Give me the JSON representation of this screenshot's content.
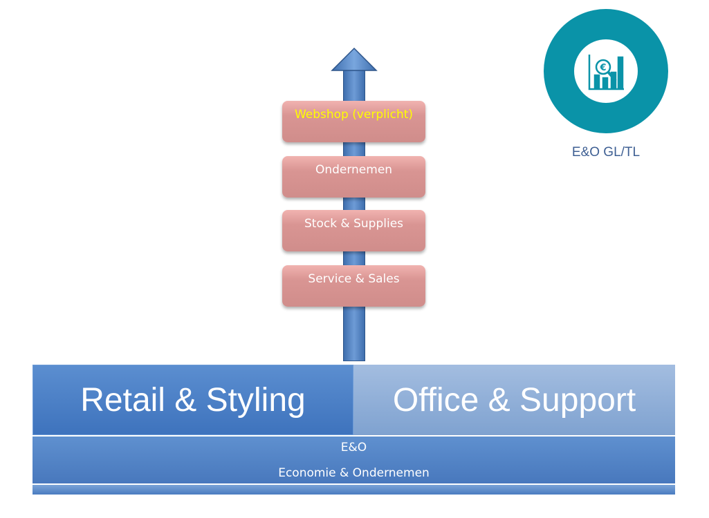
{
  "steps": [
    "Webshop (verplicht)",
    "Ondernemen",
    "Stock & Supplies",
    "Service & Sales"
  ],
  "pillars": {
    "left": "Retail & Styling",
    "right": "Office & Support"
  },
  "foundation": {
    "title": "E&O",
    "subtitle": "Economie & Ondernemen"
  },
  "logo": {
    "label": "E&O GL/TL"
  },
  "colors": {
    "arrow": "#4f81bd",
    "step": "#d99593",
    "highlight_text": "#ffff00",
    "logo": "#0a93a8"
  }
}
